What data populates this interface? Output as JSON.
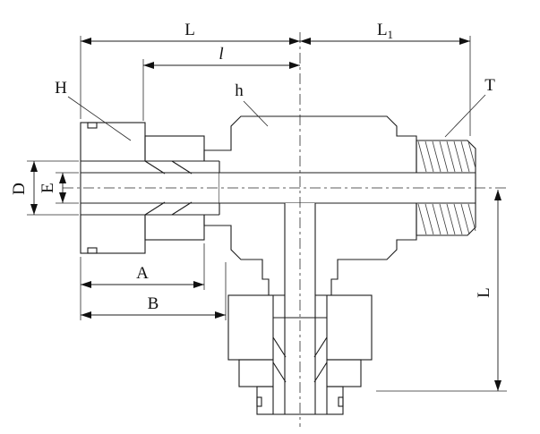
{
  "title": "Male run tee tube fitting dimensional drawing",
  "labels": {
    "L_top": "L",
    "L1_base": "L",
    "L1_sub": "1",
    "l_mid": "l",
    "H": "H",
    "h": "h",
    "T": "T",
    "D": "D",
    "E": "E",
    "A": "A",
    "B": "B",
    "L_right": "L"
  },
  "colors": {
    "metal_fill": "#c9c9c9",
    "body_fill": "#fdfdfd",
    "bore_fill": "#ffffff",
    "line": "#1c1c1c",
    "background": "#ffffff"
  }
}
